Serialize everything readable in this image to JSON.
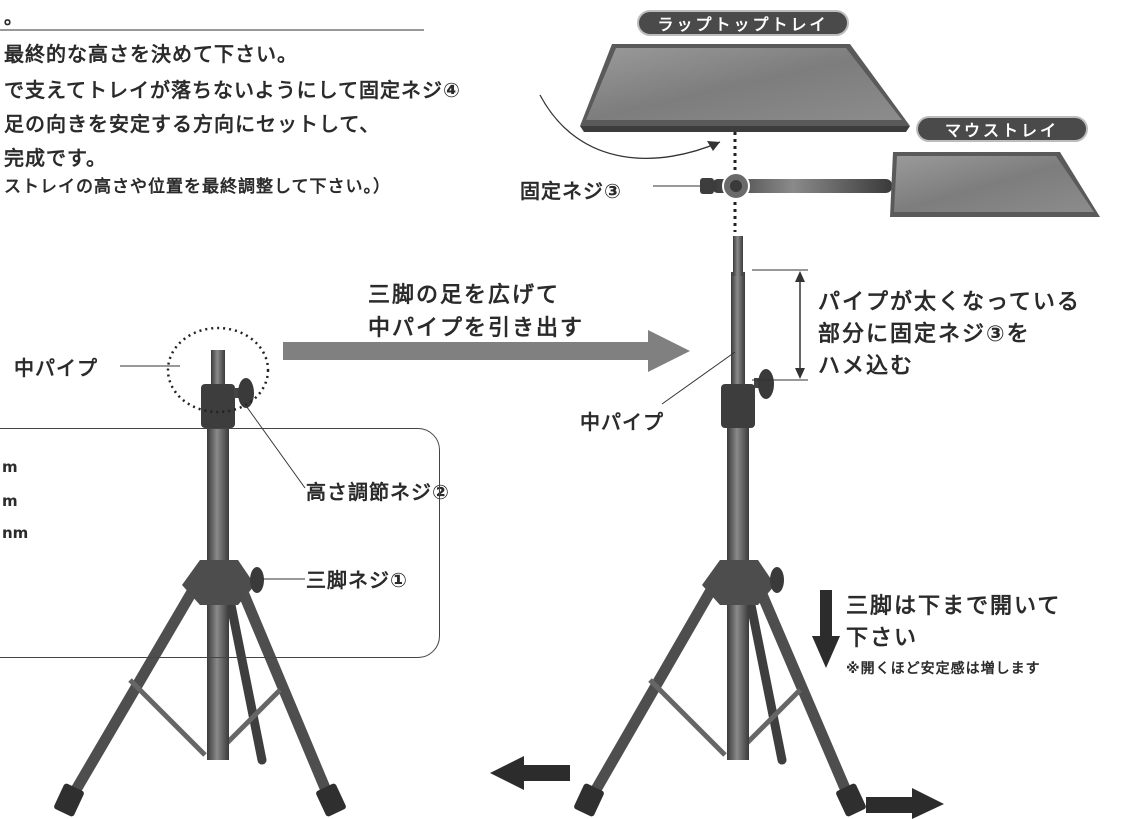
{
  "top_mark": "。",
  "instructions": [
    "最終的な高さを決めて下さい。",
    "で支えてトレイが落ちないようにして固定ネジ④",
    "足の向きを安定する方向にセットして、",
    "完成です。",
    "ストレイの高さや位置を最終調整して下さい。）"
  ],
  "labels": {
    "laptop_tray": "ラップトップトレイ",
    "mouse_tray": "マウストレイ",
    "screw3": "固定ネジ③",
    "arrow_text_1": "三脚の足を広げて",
    "arrow_text_2": "中パイプを引き出す",
    "thick_1": "パイプが太くなっている",
    "thick_2": "部分に固定ネジ③を",
    "thick_3": "ハメ込む",
    "mid_pipe_left": "中パイプ",
    "mid_pipe_right": "中パイプ",
    "screw2": "高さ調節ネジ②",
    "screw1": "三脚ネジ①",
    "legs_1": "三脚は下まで開いて",
    "legs_2": "下さい",
    "legs_note": "※開くほど安定感は増します"
  },
  "spec_fragments": [
    "m",
    "m",
    "nm"
  ],
  "colors": {
    "metal": "#5b5b5b",
    "metal_dark": "#3a3a3a",
    "arrow": "#808080",
    "pill": "#4a4a4a"
  }
}
